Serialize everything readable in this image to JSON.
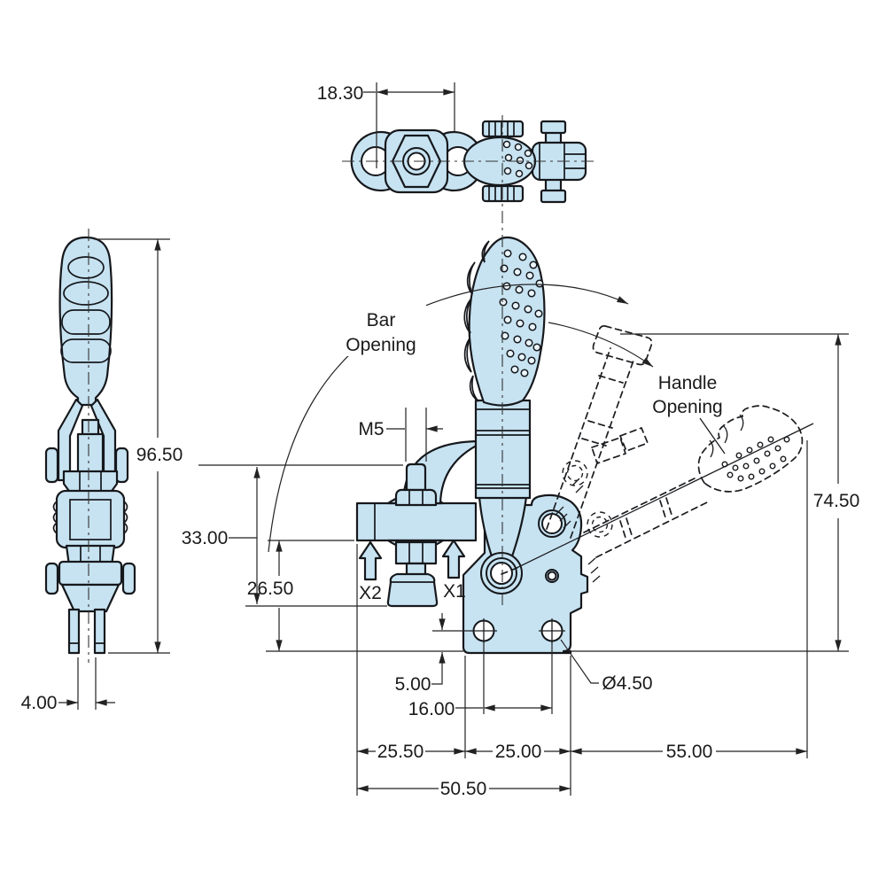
{
  "drawing_type": "toggle-clamp-engineering-drawing",
  "labels": {
    "bar_opening_line1": "Bar",
    "bar_opening_line2": "Opening",
    "handle_opening_line1": "Handle",
    "handle_opening_line2": "Opening",
    "x1": "X1",
    "x2": "X2"
  },
  "dimensions": {
    "top_width": "18.30",
    "overall_height": "96.50",
    "slot_width": "4.00",
    "thread": "M5",
    "bar_height": "33.00",
    "bar_to_base": "26.50",
    "hole_edge_offset": "5.00",
    "hole_spacing": "16.00",
    "hole_diameter": "Ø4.50",
    "base_seg_left": "25.50",
    "base_seg_mid": "25.00",
    "open_reach": "55.00",
    "base_length": "50.50",
    "open_height": "74.50"
  },
  "colors": {
    "part_fill": "#c7e3f2",
    "line": "#16181c",
    "dim": "#222222",
    "bg": "#ffffff"
  }
}
